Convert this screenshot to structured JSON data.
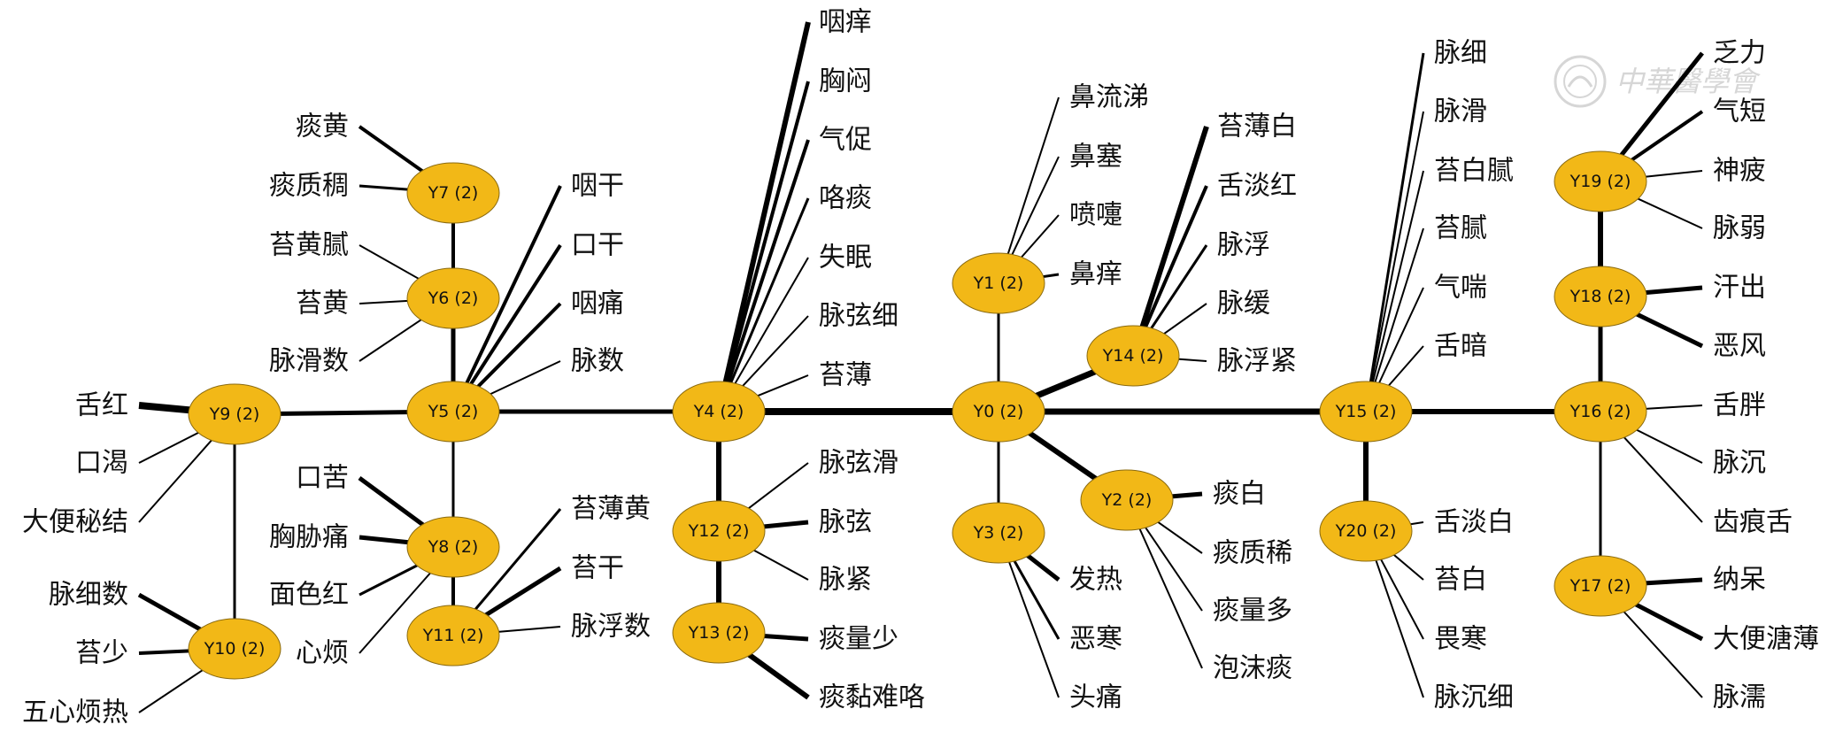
{
  "diagram": {
    "watermark": "中華醫學會",
    "nodes": {
      "Y0": "Y0 (2)",
      "Y1": "Y1 (2)",
      "Y2": "Y2 (2)",
      "Y3": "Y3 (2)",
      "Y4": "Y4 (2)",
      "Y5": "Y5 (2)",
      "Y6": "Y6 (2)",
      "Y7": "Y7 (2)",
      "Y8": "Y8 (2)",
      "Y9": "Y9 (2)",
      "Y10": "Y10 (2)",
      "Y11": "Y11 (2)",
      "Y12": "Y12 (2)",
      "Y13": "Y13 (2)",
      "Y14": "Y14 (2)",
      "Y15": "Y15 (2)",
      "Y16": "Y16 (2)",
      "Y17": "Y17 (2)",
      "Y18": "Y18 (2)",
      "Y19": "Y19 (2)",
      "Y20": "Y20 (2)"
    },
    "node_edges": [
      [
        "Y9",
        "Y5"
      ],
      [
        "Y5",
        "Y4"
      ],
      [
        "Y4",
        "Y0"
      ],
      [
        "Y0",
        "Y15"
      ],
      [
        "Y15",
        "Y16"
      ],
      [
        "Y9",
        "Y10"
      ],
      [
        "Y5",
        "Y6"
      ],
      [
        "Y6",
        "Y7"
      ],
      [
        "Y5",
        "Y8"
      ],
      [
        "Y8",
        "Y11"
      ],
      [
        "Y4",
        "Y12"
      ],
      [
        "Y12",
        "Y13"
      ],
      [
        "Y0",
        "Y1"
      ],
      [
        "Y0",
        "Y14"
      ],
      [
        "Y0",
        "Y3"
      ],
      [
        "Y0",
        "Y2"
      ],
      [
        "Y15",
        "Y20"
      ],
      [
        "Y16",
        "Y18"
      ],
      [
        "Y18",
        "Y19"
      ],
      [
        "Y16",
        "Y17"
      ]
    ],
    "symptoms": {
      "Y0": [],
      "Y1": [
        "鼻流涕",
        "鼻塞",
        "喷嚏",
        "鼻痒"
      ],
      "Y2": [
        "痰白",
        "痰质稀",
        "痰量多",
        "泡沫痰"
      ],
      "Y3": [
        "发热",
        "恶寒",
        "头痛"
      ],
      "Y4": [
        "咽痒",
        "胸闷",
        "气促",
        "咯痰",
        "失眠",
        "脉弦细",
        "苔薄"
      ],
      "Y5": [
        "咽干",
        "口干",
        "咽痛",
        "脉数"
      ],
      "Y6": [
        "苔黄腻",
        "苔黄",
        "脉滑数"
      ],
      "Y7": [
        "痰黄",
        "痰质稠"
      ],
      "Y8": [
        "口苦",
        "胸胁痛",
        "面色红",
        "心烦"
      ],
      "Y9": [
        "舌红",
        "口渴",
        "大便秘结"
      ],
      "Y10": [
        "脉细数",
        "苔少",
        "五心烦热"
      ],
      "Y11": [
        "苔薄黄",
        "苔干",
        "脉浮数"
      ],
      "Y12": [
        "脉弦滑",
        "脉弦",
        "脉紧"
      ],
      "Y13": [
        "痰量少",
        "痰黏难咯"
      ],
      "Y14": [
        "苔薄白",
        "舌淡红",
        "脉浮",
        "脉缓",
        "脉浮紧"
      ],
      "Y15": [
        "脉细",
        "脉滑",
        "苔白腻",
        "苔腻",
        "气喘",
        "舌暗"
      ],
      "Y16": [
        "舌胖",
        "脉沉",
        "齿痕舌"
      ],
      "Y17": [
        "纳呆",
        "大便溏薄",
        "脉濡"
      ],
      "Y18": [
        "汗出",
        "恶风"
      ],
      "Y19": [
        "乏力",
        "气短",
        "神疲",
        "脉弱"
      ],
      "Y20": [
        "舌淡白",
        "苔白",
        "畏寒",
        "脉沉细"
      ]
    }
  }
}
